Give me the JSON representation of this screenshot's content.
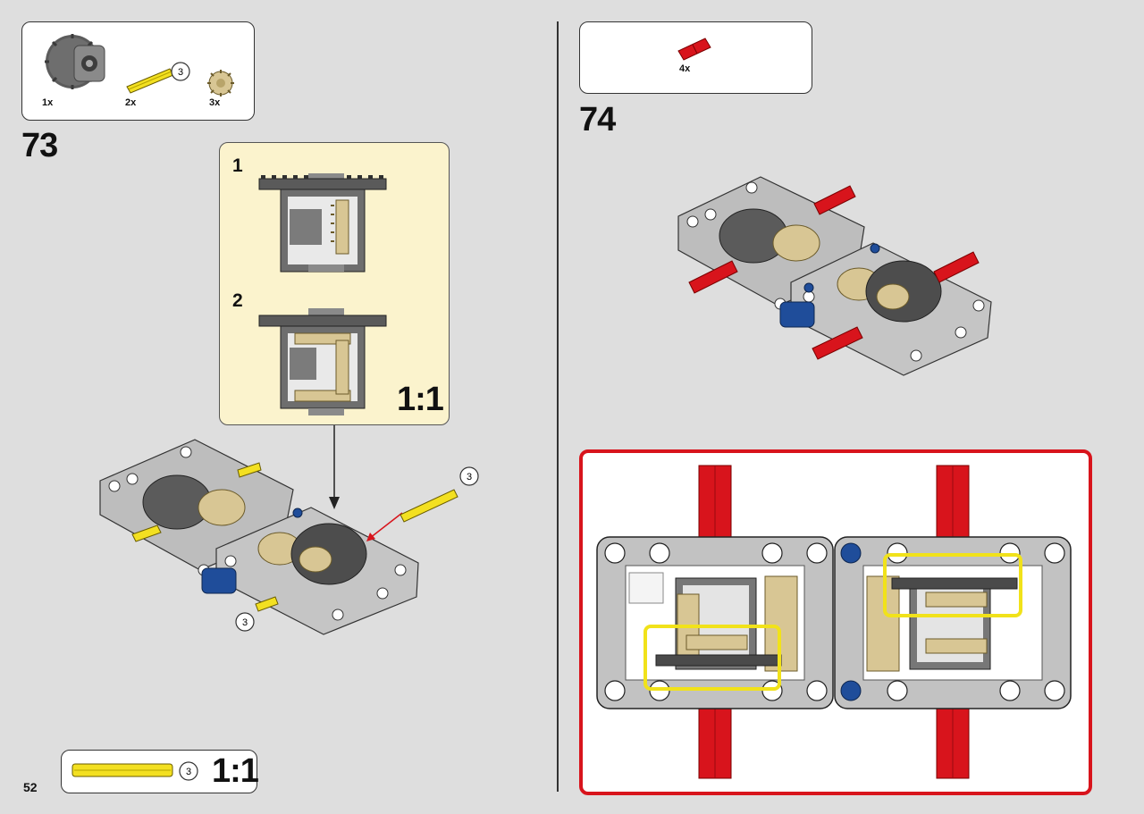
{
  "page": {
    "number": "52"
  },
  "step73": {
    "number": "73",
    "parts": [
      {
        "qty": "1x",
        "icon": "differential-gear-icon"
      },
      {
        "qty": "2x",
        "icon": "yellow-axle-icon",
        "length": "3"
      },
      {
        "qty": "3x",
        "icon": "bevel-gear-icon"
      }
    ],
    "subassembly": {
      "step1": "1",
      "step2": "2",
      "scale": "1:1"
    },
    "axle_length_callouts": [
      "3",
      "3"
    ],
    "scale_ref": {
      "length": "3",
      "scale": "1:1"
    }
  },
  "step74": {
    "number": "74",
    "parts": [
      {
        "qty": "4x",
        "icon": "red-connector-icon"
      }
    ]
  },
  "colors": {
    "background": "#dedede",
    "frame_gray": "#b9b9b9",
    "tan": "#d8c694",
    "yellow": "#f3e021",
    "red": "#d8141c",
    "blue": "#1f4d9a",
    "highlight_red": "#d8141c",
    "highlight_yellow": "#f1e21a",
    "subassembly_bg": "#fbf3cd"
  }
}
